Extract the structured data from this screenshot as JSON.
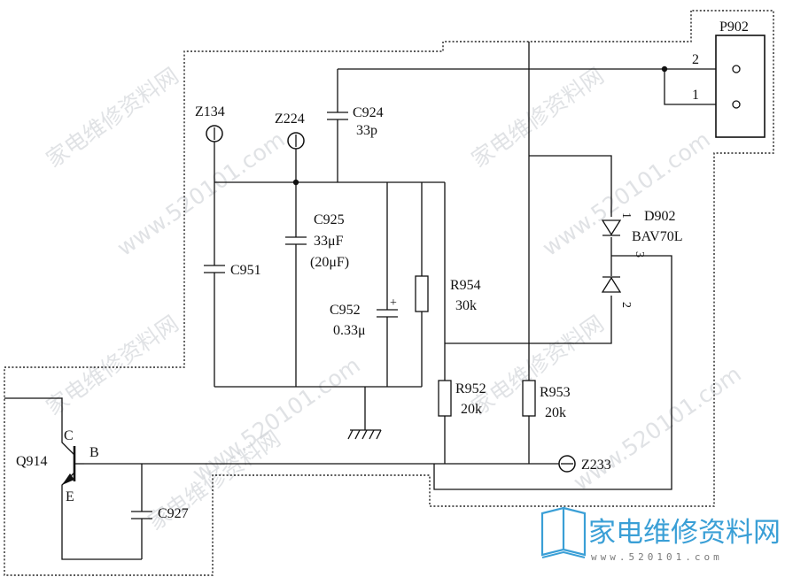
{
  "connector": {
    "ref": "P902",
    "pin2": "2",
    "pin1": "1"
  },
  "test_points": {
    "z134": "Z134",
    "z224": "Z224",
    "z233": "Z233"
  },
  "capacitors": {
    "c924": {
      "ref": "C924",
      "value": "33p"
    },
    "c925": {
      "ref": "C925",
      "value": "33μF",
      "alt": "(20μF)"
    },
    "c951": {
      "ref": "C951"
    },
    "c952": {
      "ref": "C952",
      "value": "0.33μ",
      "polarity": "+"
    },
    "c927": {
      "ref": "C927"
    }
  },
  "resistors": {
    "r954": {
      "ref": "R954",
      "value": "30k"
    },
    "r952": {
      "ref": "R952",
      "value": "20k"
    },
    "r953": {
      "ref": "R953",
      "value": "20k"
    }
  },
  "diode": {
    "ref": "D902",
    "part": "BAV70L",
    "pin1": "1",
    "pin2": "2",
    "pin3": "3"
  },
  "transistor": {
    "ref": "Q914",
    "c": "C",
    "b": "B",
    "e": "E"
  },
  "watermark": {
    "text": "家电维修资料网",
    "url": "www.520101.com"
  },
  "brand": {
    "name": "家电维修资料网",
    "url": "www.520101.com"
  }
}
